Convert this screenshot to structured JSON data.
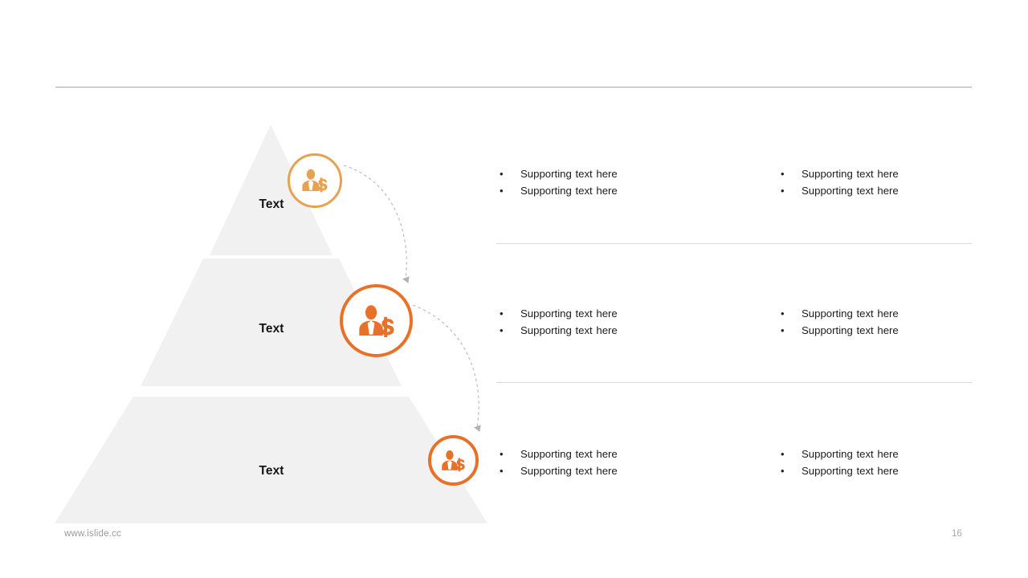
{
  "slide": {
    "background": "#ffffff",
    "accent_orange": "#e8712a",
    "accent_orange_light": "#e8a24f",
    "pyramid_fill": "#f1f1f1",
    "rule_color": "#a6a6a6",
    "divider_color": "#d9d9d9"
  },
  "pyramid": {
    "tiers": [
      {
        "label": "Text",
        "icon": "businessman-money-icon"
      },
      {
        "label": "Text",
        "icon": "businessman-money-icon"
      },
      {
        "label": "Text",
        "icon": "businessman-money-icon"
      }
    ]
  },
  "connectors": [
    {
      "name": "dashed-arrow-tier1-to-tier2"
    },
    {
      "name": "dashed-arrow-tier2-to-tier3"
    }
  ],
  "content_rows": [
    {
      "columns": [
        {
          "bullets": [
            "Supporting text here",
            "Supporting text here"
          ]
        },
        {
          "bullets": [
            "Supporting text here",
            "Supporting text here"
          ]
        }
      ]
    },
    {
      "columns": [
        {
          "bullets": [
            "Supporting text here",
            "Supporting text here"
          ]
        },
        {
          "bullets": [
            "Supporting text here",
            "Supporting text here"
          ]
        }
      ]
    },
    {
      "columns": [
        {
          "bullets": [
            "Supporting text here",
            "Supporting text here"
          ]
        },
        {
          "bullets": [
            "Supporting text here",
            "Supporting text here"
          ]
        }
      ]
    }
  ],
  "bullet_glyph": "•",
  "footer": {
    "url": "www.islide.cc",
    "page_number": "16"
  }
}
